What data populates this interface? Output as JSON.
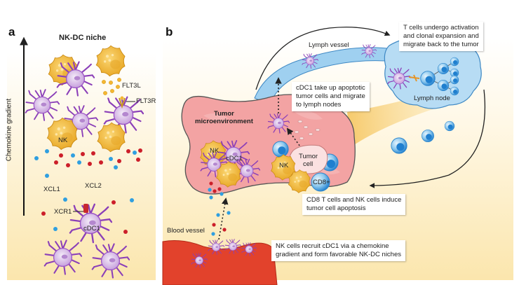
{
  "colors": {
    "background_top": "#ffffff",
    "background_bottom": "#fbe9b4",
    "nk_cell": "#f2b936",
    "dendritic_cell": "#c9a3de",
    "dendritic_outline": "#8b3fb8",
    "xcl1_red": "#cc1f2a",
    "xcl2_blue": "#2f9fe0",
    "tumor_pink": "#f4a0a0",
    "lymph_blue": "#9fd0f0",
    "blood_red": "#e2422c",
    "t_cell_blue": "#2d8fd8"
  },
  "panel_a": {
    "letter": "a",
    "title": "NK-DC niche",
    "axis_label": "Chemokine gradient",
    "labels": {
      "flt3l": "FLT3L",
      "flt3r": "FLT3R",
      "nk": "NK",
      "xcl1": "XCL1",
      "xcl2": "XCL2",
      "xcr1": "XCR1",
      "cdc1": "cDC1"
    }
  },
  "panel_b": {
    "letter": "b",
    "labels": {
      "lymph_vessel": "Lymph vessel",
      "lymph_node": "Lymph node",
      "tumor_micro_line1": "Tumor",
      "tumor_micro_line2": "microenvironment",
      "nk_1": "NK",
      "cdc1": "cDC1",
      "nk_2": "NK",
      "tumor_cell_line1": "Tumor",
      "tumor_cell_line2": "cell",
      "cd8": "CD8+",
      "blood_vessel": "Blood vessel"
    },
    "callouts": [
      {
        "lines": [
          "T cells undergo activation",
          "and clonal  expansion and",
          "migrate back to the tumor"
        ]
      },
      {
        "lines": [
          "cDC1 take up apoptotic",
          "tumor  cells and migrate",
          "to lymph nodes"
        ]
      },
      {
        "lines": [
          "CD8 T cells and NK cells induce",
          "tumor cell apoptosis"
        ]
      },
      {
        "lines": [
          "NK cells recruit cDC1 via a chemokine",
          "gradient and form favorable NK-DC niches"
        ]
      }
    ]
  }
}
